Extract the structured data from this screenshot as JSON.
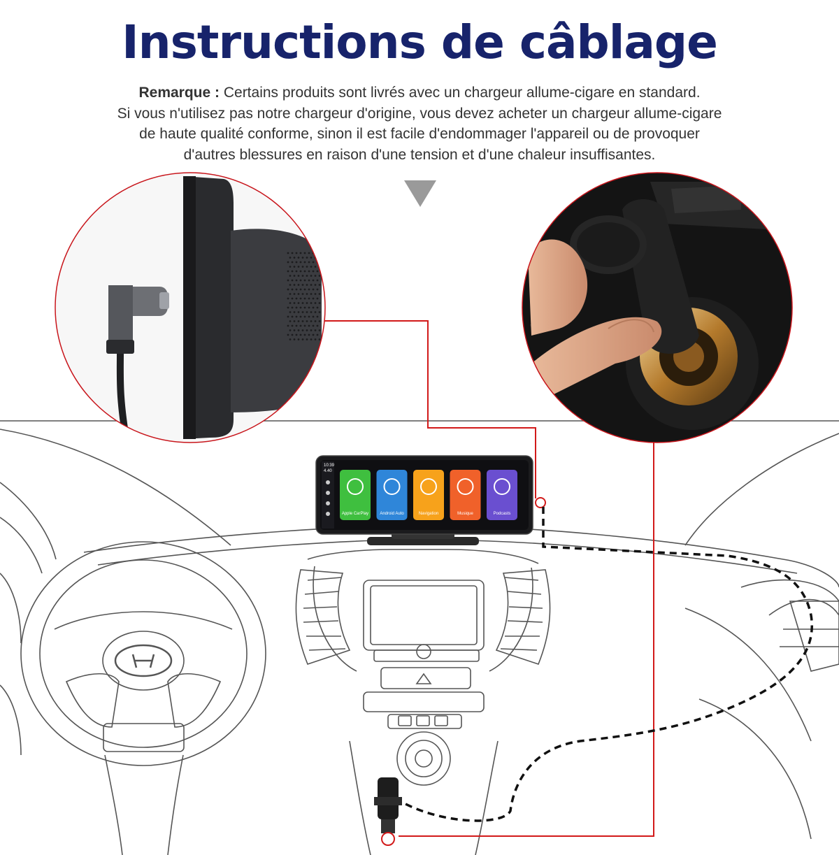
{
  "header": {
    "title": "Instructions de câblage"
  },
  "remark": {
    "label": "Remarque :",
    "line1": "Certains produits sont livrés avec un chargeur allume-cigare en standard.",
    "line2": "Si vous n'utilisez pas notre chargeur d'origine, vous devez acheter un chargeur allume-cigare",
    "line3": "de haute qualité conforme, sinon il est facile d'endommager l'appareil ou de provoquer",
    "line4": "d'autres blessures en raison d'une tension et d'une chaleur insuffisantes."
  },
  "device": {
    "time": "10:39",
    "date": "4.40",
    "apps": [
      {
        "label": "Apple CarPlay",
        "color": "#3fbf3f",
        "icon": "carplay-icon"
      },
      {
        "label": "Android Auto",
        "color": "#2f86d9",
        "icon": "android-auto-icon"
      },
      {
        "label": "Navigation",
        "color": "#f7a21b",
        "icon": "navigation-icon"
      },
      {
        "label": "Musique",
        "color": "#f0612a",
        "icon": "music-icon"
      },
      {
        "label": "Podcasts",
        "color": "#6a4fd0",
        "icon": "podcast-icon"
      }
    ]
  },
  "colors": {
    "title": "#17236b",
    "wire": "#d21a1a",
    "circle": "#c8151b"
  },
  "car": {
    "brand_logo": "hyundai-logo"
  }
}
